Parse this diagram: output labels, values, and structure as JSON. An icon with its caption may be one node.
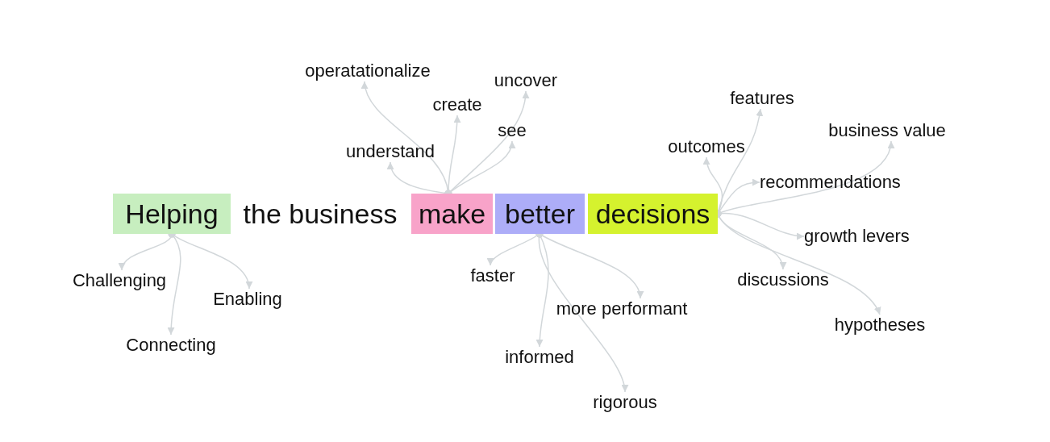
{
  "diagram": {
    "nodes": [
      {
        "text": [
          "Helping"
        ]
      },
      {
        "text": [
          "Challenging"
        ]
      },
      {
        "text": [
          "Connecting"
        ]
      },
      {
        "text": [
          "Enabling"
        ]
      },
      {
        "text": [
          "make"
        ]
      },
      {
        "text": [
          "operatationalize"
        ]
      },
      {
        "text": [
          "understand"
        ]
      },
      {
        "text": [
          "create"
        ]
      },
      {
        "text": [
          "see"
        ]
      },
      {
        "text": [
          "uncover"
        ]
      },
      {
        "text": [
          "better"
        ]
      },
      {
        "text": [
          "faster"
        ]
      },
      {
        "text": [
          "informed"
        ]
      },
      {
        "text": [
          "rigorous"
        ]
      },
      {
        "text": [
          "more performant"
        ]
      },
      {
        "text": [
          "decisions"
        ]
      },
      {
        "text": [
          "features"
        ]
      },
      {
        "text": [
          "outcomes"
        ]
      },
      {
        "text": [
          "business value"
        ]
      },
      {
        "text": [
          "recommendations"
        ]
      },
      {
        "text": [
          "growth levers"
        ]
      },
      {
        "text": [
          "discussions"
        ]
      },
      {
        "text": [
          "hypotheses"
        ]
      }
    ],
    "edges": [
      {
        "from": 0,
        "to": 1,
        "arrow": "to"
      },
      {
        "from": 0,
        "to": 2,
        "arrow": "to"
      },
      {
        "from": 0,
        "to": 3,
        "arrow": "to"
      },
      {
        "from": 4,
        "to": 5,
        "arrow": "to"
      },
      {
        "from": 4,
        "to": 6,
        "arrow": "to"
      },
      {
        "from": 4,
        "to": 7,
        "arrow": "to"
      },
      {
        "from": 4,
        "to": 8,
        "arrow": "to"
      },
      {
        "from": 4,
        "to": 9,
        "arrow": "to"
      },
      {
        "from": 10,
        "to": 11,
        "arrow": "to"
      },
      {
        "from": 10,
        "to": 12,
        "arrow": "to"
      },
      {
        "from": 10,
        "to": 13,
        "arrow": "to"
      },
      {
        "from": 10,
        "to": 14,
        "arrow": "to"
      },
      {
        "from": 15,
        "to": 16,
        "arrow": "to"
      },
      {
        "from": 15,
        "to": 17,
        "arrow": "to"
      },
      {
        "from": 15,
        "to": 18,
        "arrow": "to"
      },
      {
        "from": 15,
        "to": 19,
        "arrow": "to"
      },
      {
        "from": 15,
        "to": 20,
        "arrow": "to"
      },
      {
        "from": 15,
        "to": 21,
        "arrow": "to"
      },
      {
        "from": 15,
        "to": 22,
        "arrow": "to"
      }
    ],
    "labels": [
      "the business"
    ]
  }
}
